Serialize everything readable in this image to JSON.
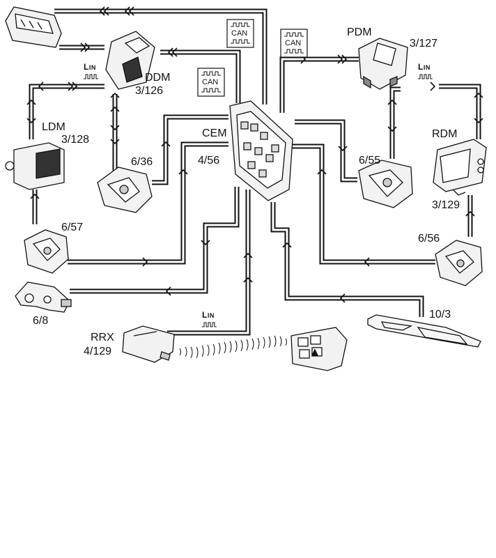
{
  "modules": {
    "pdm": {
      "name": "PDM",
      "code": "3/127"
    },
    "ddm": {
      "name": "DDM",
      "code": "3/126"
    },
    "ldm": {
      "name": "LDM",
      "code": "3/128"
    },
    "cem": {
      "name": "CEM",
      "code": "4/56"
    },
    "rdm": {
      "name": "RDM",
      "code": "3/129"
    },
    "rrx": {
      "name": "RRX",
      "code": "4/129"
    }
  },
  "components": {
    "lock_6_36": "6/36",
    "lock_6_55": "6/55",
    "lock_6_57": "6/57",
    "lock_6_56": "6/56",
    "lock_6_8": "6/8",
    "handle_10_3": "10/3"
  },
  "bus_labels": {
    "can": "CAN",
    "lin_main": "L",
    "lin_sub": "IN"
  },
  "colors": {
    "line": "#111111",
    "wire_fill": "#ffffff",
    "device_fill": "#f2f2f2"
  }
}
